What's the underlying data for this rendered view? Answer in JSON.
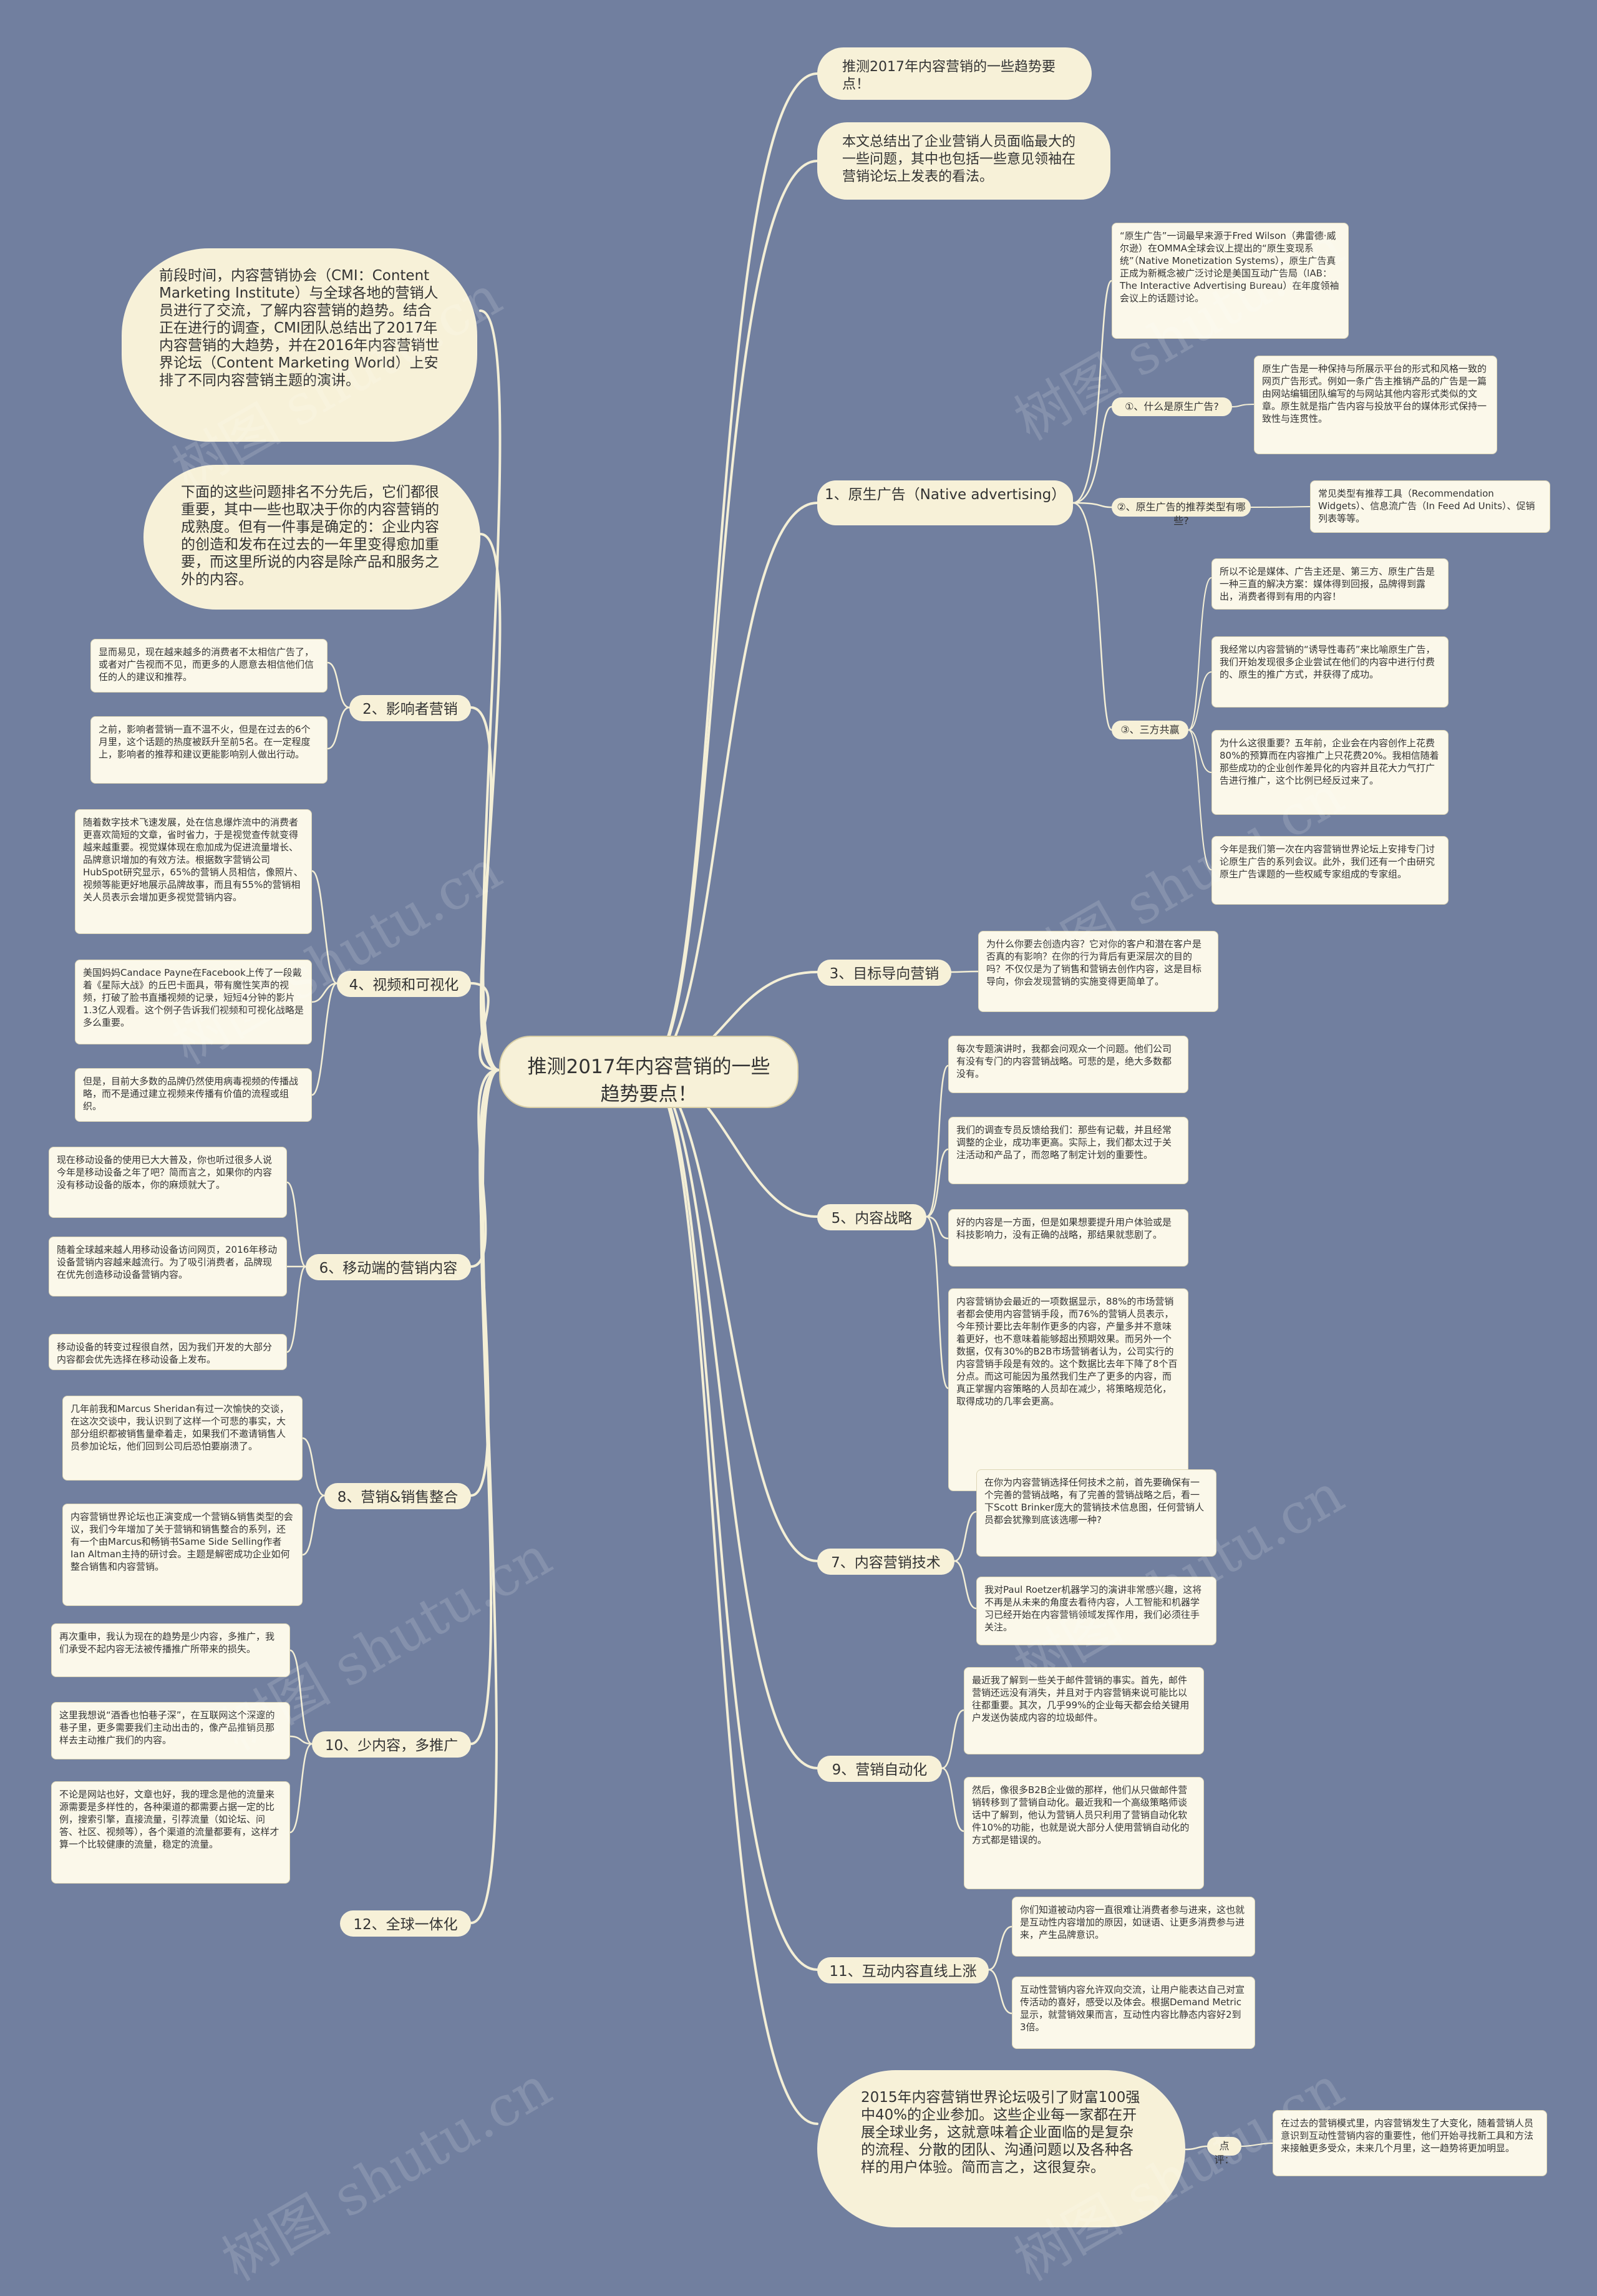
{
  "central": "推测2017年内容营销的一些趋势要点！",
  "top": {
    "title": "推测2017年内容营销的一些趋势要点！",
    "summary": "本文总结出了企业营销人员面临最大的一些问题，其中也包括一些意见领袖在营销论坛上发表的看法。"
  },
  "left_bubbles": [
    "前段时间，内容营销协会（CMI：Content Marketing Institute）与全球各地的营销人员进行了交流，了解内容营销的趋势。结合正在进行的调查，CMI团队总结出了2017年内容营销的大趋势，并在2016年内容营销世界论坛（Content Marketing World）上安排了不同内容营销主题的演讲。",
    "下面的这些问题排名不分先后，它们都很重要，其中一些也取决于你的内容营销的成熟度。但有一件事是确定的：企业内容的创造和发布在过去的一年里变得愈加重要，而这里所说的内容是除产品和服务之外的内容。"
  ],
  "branches": {
    "b1": {
      "label": "1、原生广告（Native advertising）",
      "intro": "“原生广告”一词最早来源于Fred Wilson（弗雷德·威尔逊）在OMMA全球会议上提出的“原生变现系统”（Native Monetization Systems），原生广告真正成为新概念被广泛讨论是美国互动广告局（IAB：The Interactive Advertising Bureau）在年度领袖会议上的话题讨论。",
      "q1": "①、什么是原生广告?",
      "q1_text": "原生广告是一种保持与所展示平台的形式和风格一致的网页广告形式。例如一条广告主推销产品的广告是一篇由网站编辑团队编写的与网站其他内容形式类似的文章。原生就是指广告内容与投放平台的媒体形式保持一致性与连贯性。",
      "q2": "②、原生广告的推荐类型有哪些?",
      "q2_text": "常见类型有推荐工具（Recommendation Widgets）、信息流广告（In Feed Ad Units）、促销列表等等。",
      "q3": "③、三方共赢",
      "q3_texts": [
        "所以不论是媒体、广告主还是、第三方、原生广告是一种三直的解决方案：媒体得到回报，品牌得到露出，消费者得到有用的内容！",
        "我经常以内容营销的“诱导性毒药”来比喻原生广告，我们开始发现很多企业尝试在他们的内容中进行付费的、原生的推广方式，并获得了成功。",
        "为什么这很重要？五年前，企业会在内容创作上花费80%的预算而在内容推广上只花费20%。我相信随着那些成功的企业创作差异化的内容并且花大力气打广告进行推广，这个比例已经反过来了。",
        "今年是我们第一次在内容营销世界论坛上安排专门讨论原生广告的系列会议。此外，我们还有一个由研究原生广告课题的一些权威专家组成的专家组。"
      ]
    },
    "b2": {
      "label": "2、影响者营销",
      "texts": [
        "显而易见，现在越来越多的消费者不太相信广告了，或者对广告视而不见，而更多的人愿意去相信他们信任的人的建议和推荐。",
        "之前，影响者营销一直不温不火，但是在过去的6个月里，这个话题的热度被跃升至前5名。在一定程度上，影响者的推荐和建议更能影响别人做出行动。"
      ]
    },
    "b3": {
      "label": "3、目标导向营销",
      "texts": [
        "为什么你要去创造内容？它对你的客户和潜在客户是否真的有影响？在你的行为背后有更深层次的目的吗？不仅仅是为了销售和营销去创作内容，这是目标导向，你会发现营销的实施变得更简单了。"
      ]
    },
    "b4": {
      "label": "4、视频和可视化",
      "texts": [
        "随着数字技术飞速发展，处在信息爆炸流中的消费者更喜欢简短的文章，省时省力，于是视觉查传就变得越来越重要。视觉媒体现在愈加成为促进流量增长、品牌意识增加的有效方法。根据数字营销公司HubSpot研究显示，65%的营销人员相信，像照片、视频等能更好地展示品牌故事，而且有55%的营销相关人员表示会增加更多视觉营销内容。",
        "美国妈妈Candace Payne在Facebook上传了一段戴着《星际大战》的丘巴卡面具，带有魔性笑声的视频，打破了脸书直播视频的记录，短短4分钟的影片1.3亿人观看。这个例子告诉我们视频和可视化战略是多么重要。",
        "但是，目前大多数的品牌仍然使用病毒视频的传播战略，而不是通过建立视频来传播有价值的流程或组织。"
      ]
    },
    "b5": {
      "label": "5、内容战略",
      "texts": [
        "每次专题演讲时，我都会问观众一个问题。他们公司有没有专门的内容营销战略。可悲的是，绝大多数都没有。",
        "我们的调查专员反馈给我们：那些有记载，并且经常调整的企业，成功率更高。实际上，我们都太过于关注活动和产品了，而忽略了制定计划的重要性。",
        "好的内容是一方面，但是如果想要提升用户体验或是科技影响力，没有正确的战略，那结果就悲剧了。",
        "内容营销协会最近的一项数据显示，88%的市场营销者都会使用内容营销手段，而76%的营销人员表示，今年预计要比去年制作更多的内容，产量多并不意味着更好，也不意味着能够超出预期效果。而另外一个数据，仅有30%的B2B市场营销者认为，公司实行的内容营销手段是有效的。这个数据比去年下降了8个百分点。而这可能因为虽然我们生产了更多的内容，而真正掌握内容策略的人员却在减少，将策略规范化，取得成功的几率会更高。"
      ]
    },
    "b6": {
      "label": "6、移动端的营销内容",
      "texts": [
        "现在移动设备的使用已大大普及，你也听过很多人说今年是移动设备之年了吧？简而言之，如果你的内容没有移动设备的版本，你的麻烦就大了。",
        "随着全球越来越人用移动设备访问网页，2016年移动设备营销内容越来越流行。为了吸引消费者，品牌现在优先创造移动设备营销内容。",
        "移动设备的转变过程很自然，因为我们开发的大部分内容都会优先选择在移动设备上发布。"
      ]
    },
    "b7": {
      "label": "7、内容营销技术",
      "texts": [
        "在你为内容营销选择任何技术之前，首先要确保有一个完善的营销战略，有了完善的营销战略之后，看一下Scott Brinker庞大的营销技术信息图，任何营销人员都会犹豫到底该选哪一种?",
        "我对Paul Roetzer机器学习的演讲非常感兴趣，这将不再是从未来的角度去看待内容，人工智能和机器学习已经开始在内容营销领域发挥作用，我们必须往手关注。"
      ]
    },
    "b8": {
      "label": "8、营销&销售整合",
      "texts": [
        "几年前我和Marcus Sheridan有过一次愉快的交谈，在这次交谈中，我认识到了这样一个可悲的事实，大部分组织都被销售量牵着走，如果我们不邀请销售人员参加论坛，他们回到公司后恐怕要崩溃了。",
        "内容营销世界论坛也正演变成一个营销&销售类型的会议，我们今年增加了关于营销和销售整合的系列，还有一个由Marcus和畅销书Same Side Selling作者Ian Altman主持的研讨会。主题是解密成功企业如何整合销售和内容营销。"
      ]
    },
    "b9": {
      "label": "9、营销自动化",
      "texts": [
        "最近我了解到一些关于邮件营销的事实。首先，邮件营销还远没有消失，并且对于内容营销来说可能比以往都重要。其次，几乎99%的企业每天都会给关键用户发送伪装成内容的垃圾邮件。",
        "然后，像很多B2B企业做的那样，他们从只做邮件营销转移到了营销自动化。最近我和一个高级策略师谈话中了解到，他认为营销人员只利用了营销自动化软件10%的功能，也就是说大部分人使用营销自动化的方式都是错误的。"
      ]
    },
    "b10": {
      "label": "10、少内容，多推广",
      "texts": [
        "再次重申，我认为现在的趋势是少内容，多推广，我们承受不起内容无法被传播推广所带来的损失。",
        "这里我想说“酒香也怕巷子深”，在互联网这个深邃的巷子里，更多需要我们主动出击的，像产品推销员那样去主动推广我们的内容。",
        "不论是网站也好，文章也好，我的理念是他的流量来源需要是多样性的，各种渠道的都需要占据一定的比例，搜索引擎，直接流量，引荐流量（如论坛、问答、社区、视频等），各个渠道的流量都要有，这样才算一个比较健康的流量，稳定的流量。"
      ]
    },
    "b11": {
      "label": "11、互动内容直线上涨",
      "texts": [
        "你们知道被动内容一直很难让消费者参与进来，这也就是互动性内容增加的原因，如谜语、让更多消费参与进来，产生品牌意识。",
        "互动性营销内容允许双向交流，让用户能表达自己对宣传活动的喜好，感受以及体会。根据Demand Metric显示，就营销效果而言，互动性内容比静态内容好2到3倍。"
      ]
    },
    "b12": {
      "label": "12、全球一体化",
      "bubble": "2015年内容营销世界论坛吸引了财富100强中40%的企业参加。这些企业每一家都在开展全球业务，这就意味着企业面临的是复杂的流程、分散的团队、沟通问题以及各种各样的用户体验。简而言之，这很复杂。",
      "comment_label": "点评：",
      "comment": "在过去的营销模式里，内容营销发生了大变化，随着营销人员意识到互动性营销内容的重要性，他们开始寻找新工具和方法来接触更多受众，未来几个月里，这一趋势将更加明显。"
    }
  },
  "watermark": "树图 shutu.cn"
}
